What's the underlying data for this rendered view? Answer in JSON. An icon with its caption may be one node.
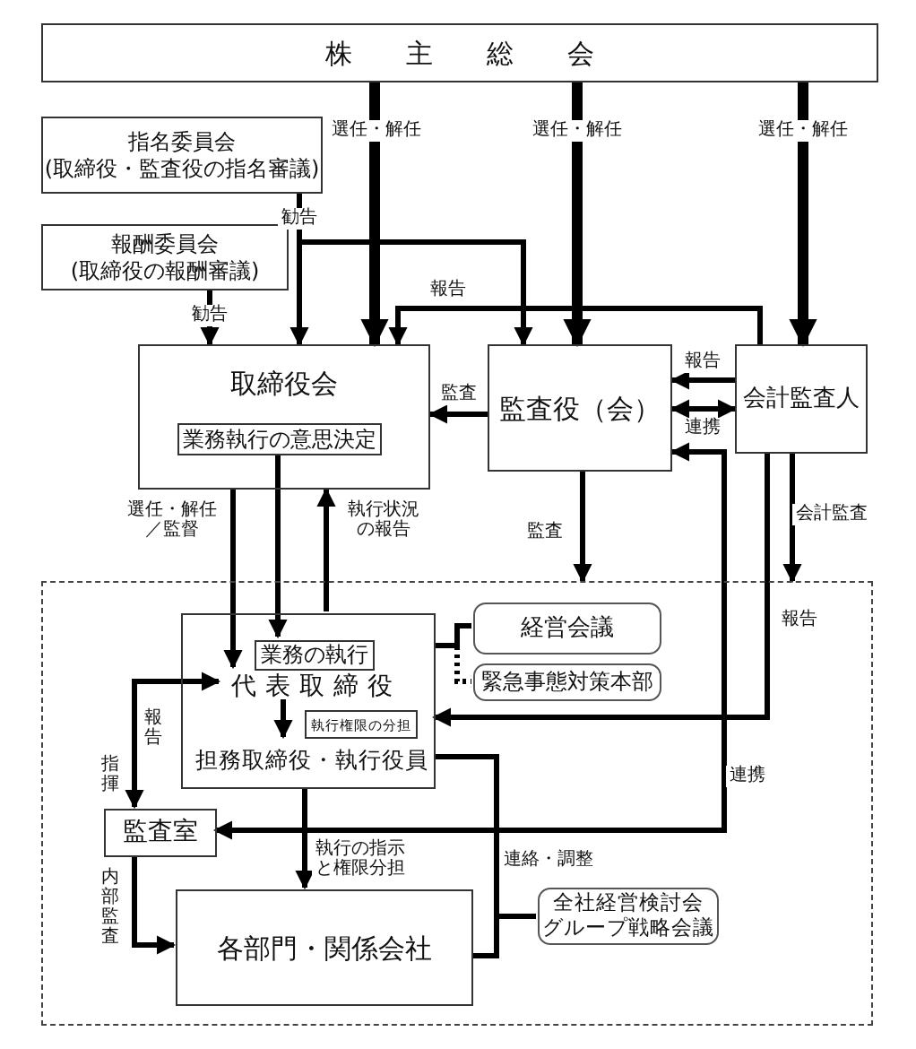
{
  "diagram": {
    "nodes": [
      {
        "text": [
          "株主総会"
        ]
      },
      {
        "text": [
          "指名委員会",
          "(取締役・監査役の指名審議)"
        ]
      },
      {
        "text": [
          "報酬委員会",
          "(取締役の報酬審議)"
        ]
      },
      {
        "text": [
          "取締役会"
        ]
      },
      {
        "text": [
          "業務執行の意思決定"
        ],
        "in": 3
      },
      {
        "text": [
          "監査役（会）"
        ]
      },
      {
        "text": [
          "会計監査人"
        ]
      },
      {
        "text": [],
        "shape": "box"
      },
      {
        "text": [],
        "shape": "box",
        "in": 7
      },
      {
        "text": [
          "業務の執行"
        ],
        "in": 8
      },
      {
        "text": [
          "代表取締役"
        ],
        "in": 8
      },
      {
        "text": [
          "執行権限の分担"
        ],
        "in": 8
      },
      {
        "text": [
          "担務取締役・執行役員"
        ],
        "in": 8
      },
      {
        "text": [
          "経営会議"
        ],
        "in": 7
      },
      {
        "text": [
          "緊急事態対策本部"
        ],
        "in": 7
      },
      {
        "text": [
          "監査室"
        ],
        "in": 7
      },
      {
        "text": [
          "各部門・関係会社"
        ],
        "in": 7
      },
      {
        "text": [
          "全社経営検討会",
          "グループ戦略会議"
        ],
        "in": 7
      }
    ],
    "edges": [
      {
        "from": 0,
        "to": 3,
        "arrow": "to",
        "label": "選任・解任",
        "style": "thick"
      },
      {
        "from": 0,
        "to": 5,
        "arrow": "to",
        "label": "選任・解任",
        "style": "thick"
      },
      {
        "from": 0,
        "to": 6,
        "arrow": "to",
        "label": "選任・解任",
        "style": "thick"
      },
      {
        "from": 1,
        "to": 3,
        "arrow": "to",
        "label": "勧告"
      },
      {
        "from": 1,
        "to": 5,
        "arrow": "to"
      },
      {
        "from": 2,
        "to": 3,
        "arrow": "to",
        "label": "勧告"
      },
      {
        "from": 6,
        "to": 3,
        "arrow": "to",
        "label": "報告"
      },
      {
        "from": 5,
        "to": 3,
        "arrow": "to",
        "label": "監査"
      },
      {
        "from": 6,
        "to": 5,
        "arrow": "to",
        "label": "報告"
      },
      {
        "from": 5,
        "to": 6,
        "arrow": "both",
        "label": "連携"
      },
      {
        "from": 5,
        "to": 7,
        "arrow": "to",
        "label": "監査"
      },
      {
        "from": 6,
        "to": 7,
        "arrow": "to",
        "label": "会計監査"
      },
      {
        "from": 6,
        "to": 8,
        "arrow": "to",
        "label": "報告"
      },
      {
        "from": 5,
        "to": 15,
        "arrow": "both",
        "label": "連携"
      },
      {
        "from": 8,
        "to": 17,
        "arrow": "none",
        "label": "連絡・調整"
      },
      {
        "from": 16,
        "to": 17,
        "arrow": "none"
      },
      {
        "from": 8,
        "to": 13,
        "arrow": "none"
      },
      {
        "from": 8,
        "to": 14,
        "arrow": "none",
        "style": "dashed"
      },
      {
        "from": 3,
        "to": 10,
        "arrow": "to",
        "label": "選任・解任／監督"
      },
      {
        "from": 4,
        "to": 9,
        "arrow": "to"
      },
      {
        "from": 8,
        "to": 3,
        "arrow": "to",
        "label": "執行状況の報告"
      },
      {
        "from": 10,
        "to": 12,
        "arrow": "to"
      },
      {
        "from": 15,
        "to": 10,
        "arrow": "to",
        "label": "報告"
      },
      {
        "from": 10,
        "to": 15,
        "arrow": "to",
        "label": "指揮"
      },
      {
        "from": 15,
        "to": 16,
        "arrow": "to",
        "label": "内部監査"
      },
      {
        "from": 8,
        "to": 16,
        "arrow": "to",
        "label": "執行の指示と権限分担"
      }
    ]
  }
}
